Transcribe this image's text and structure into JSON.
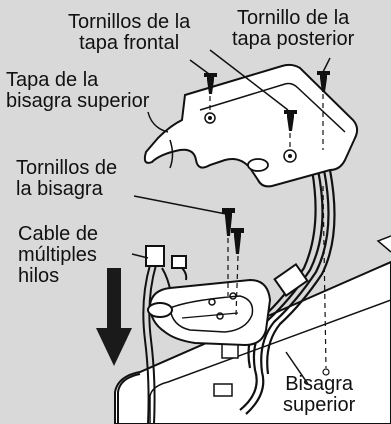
{
  "labels": {
    "front_cover_screws": [
      "Tornillos de la",
      "tapa frontal"
    ],
    "rear_cover_screw": [
      "Tornillo de la",
      "tapa posterior"
    ],
    "upper_hinge_cover": [
      "Tapa de la",
      "bisagra superior"
    ],
    "hinge_screws": [
      "Tornillos de",
      "la bisagra"
    ],
    "multi_wire_cable": [
      "Cable de",
      "múltiples",
      "hilos"
    ],
    "upper_hinge": [
      "Bisagra",
      "superior"
    ]
  },
  "colors": {
    "background": "#d9d9d9",
    "part_fill": "#ffffff",
    "outline": "#111111",
    "arrow": "#1a1a1a"
  }
}
